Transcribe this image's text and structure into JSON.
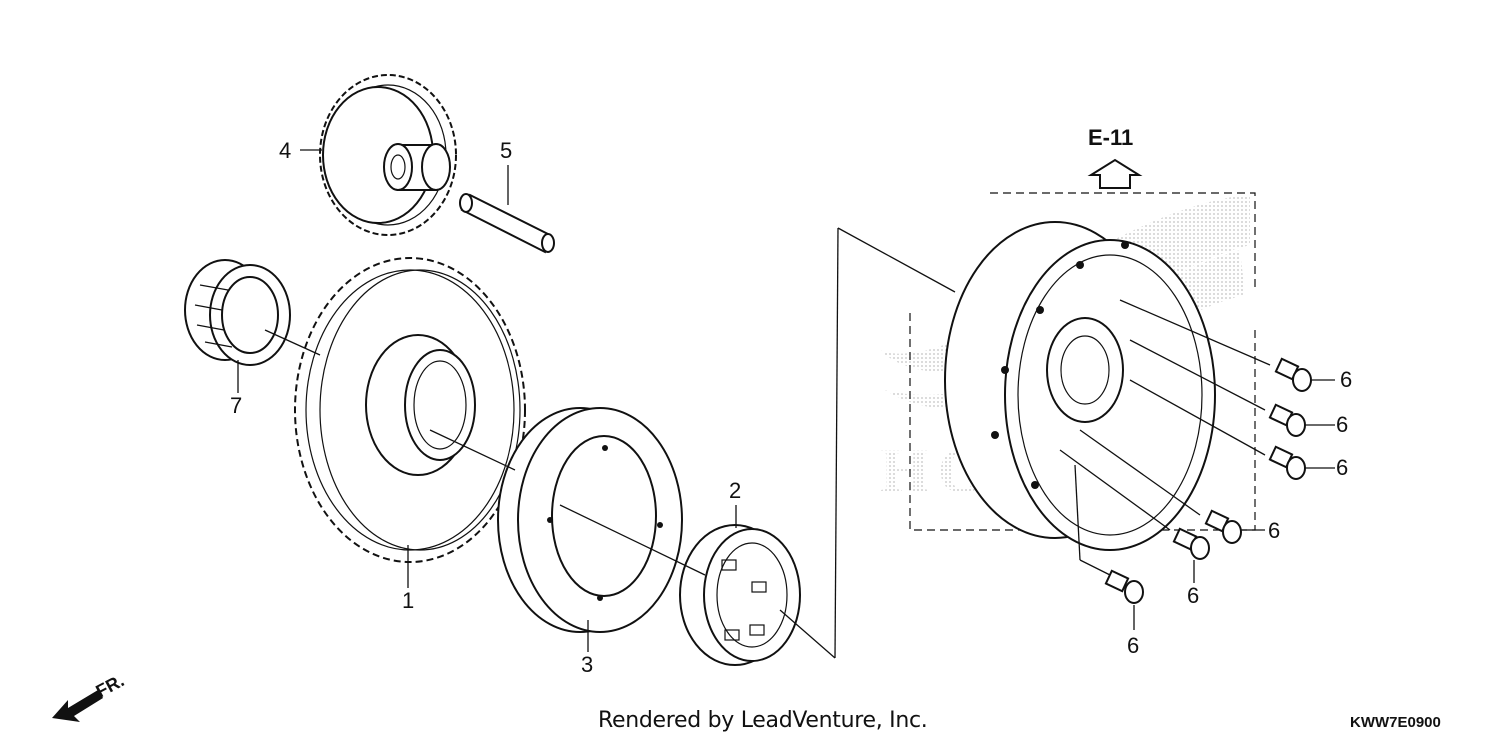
{
  "diagram": {
    "reference": "E-11",
    "callouts": [
      "1",
      "2",
      "3",
      "4",
      "5",
      "6",
      "7"
    ],
    "direction_label": "FR.",
    "credit": "Rendered by LeadVenture, Inc.",
    "code": "KWW7E0900",
    "watermark": "HONDA",
    "colors": {
      "ink": "#111111",
      "watermark": "#c8c8c8"
    }
  }
}
